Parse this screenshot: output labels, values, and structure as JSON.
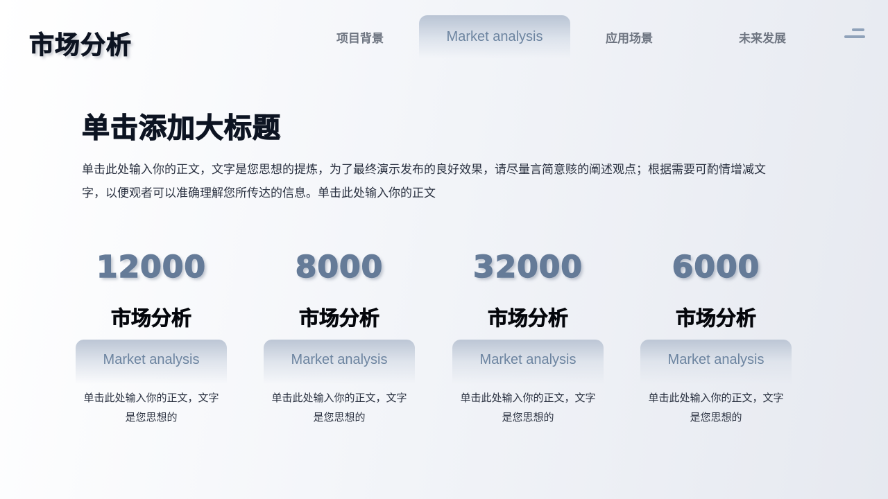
{
  "brand": {
    "title": "市场分析"
  },
  "nav": {
    "tabs": [
      {
        "label": "项目背景"
      },
      {
        "label": "Market analysis"
      },
      {
        "label": "应用场景"
      },
      {
        "label": "未来发展"
      }
    ],
    "active_index": 1,
    "menu_icon": "menu-icon"
  },
  "main": {
    "heading": "单击添加大标题",
    "body": "单击此处输入你的正文，文字是您思想的提炼，为了最终演示发布的良好效果，请尽量言简意赅的阐述观点；根据需要可酌情增减文字，以便观者可以准确理解您所传达的信息。单击此处输入你的正文"
  },
  "cards": [
    {
      "number": "12000",
      "title": "市场分析",
      "pill": "Market analysis",
      "desc": "单击此处输入你的正文，文字是您思想的"
    },
    {
      "number": "8000",
      "title": "市场分析",
      "pill": "Market analysis",
      "desc": "单击此处输入你的正文，文字是您思想的"
    },
    {
      "number": "32000",
      "title": "市场分析",
      "pill": "Market analysis",
      "desc": "单击此处输入你的正文，文字是您思想的"
    },
    {
      "number": "6000",
      "title": "市场分析",
      "pill": "Market analysis",
      "desc": "单击此处输入你的正文，文字是您思想的"
    }
  ],
  "colors": {
    "accent": "#657b98",
    "accent_text": "#6c84a0",
    "heading": "#0d1422",
    "body": "#2a3140"
  }
}
